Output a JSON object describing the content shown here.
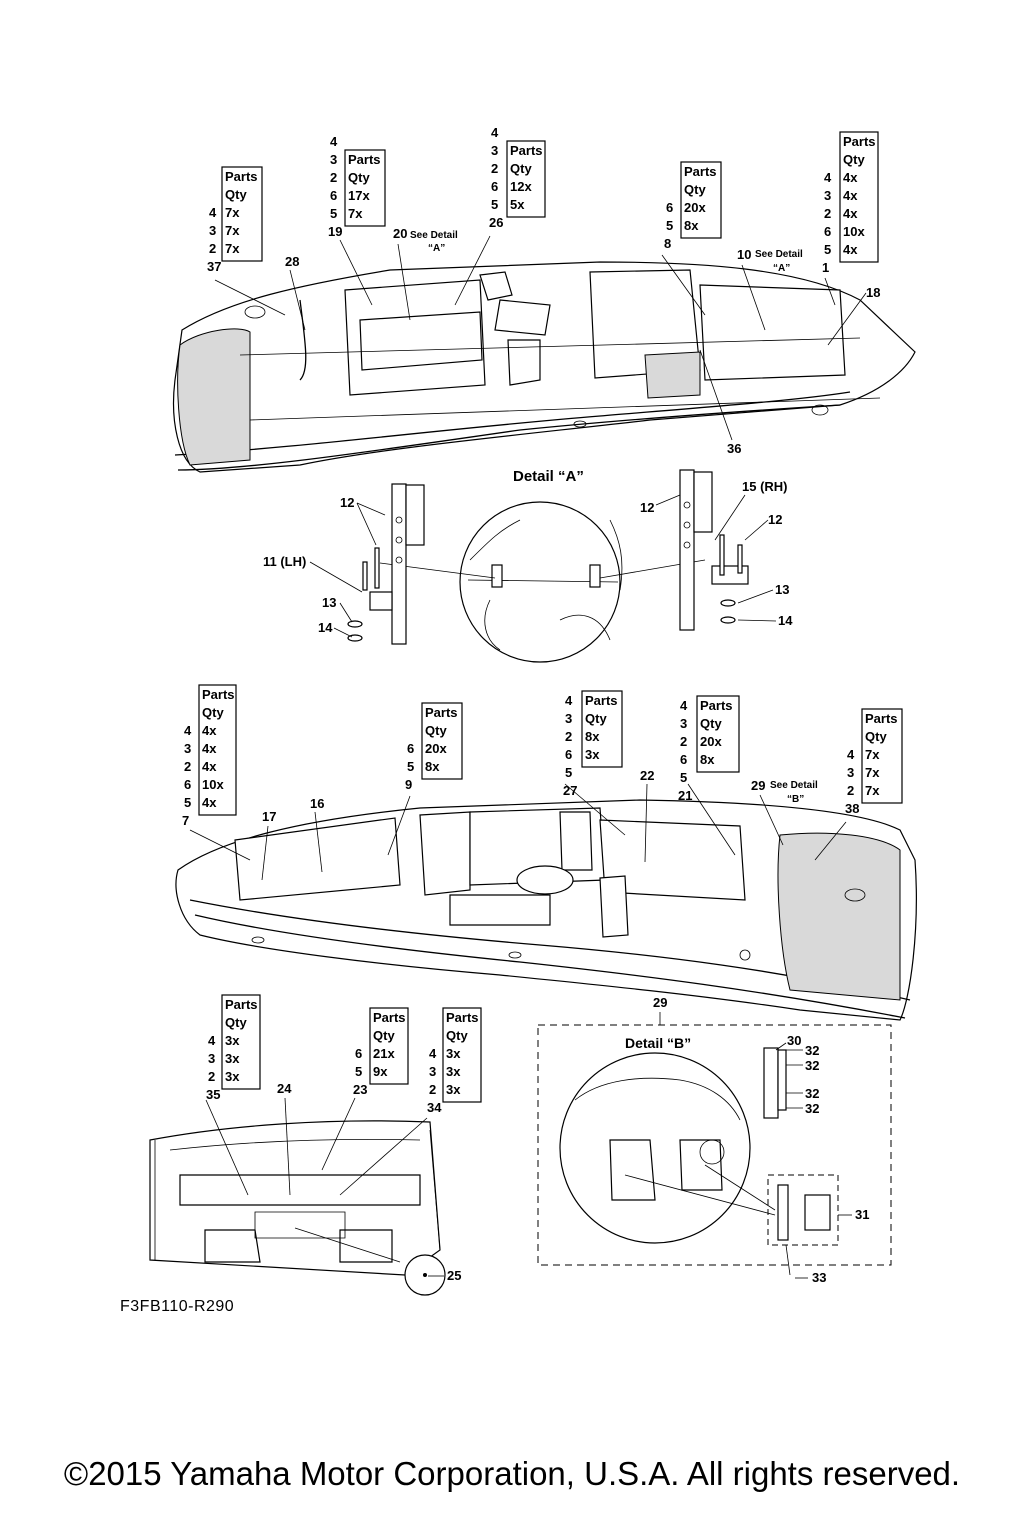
{
  "diagram_code": "F3FB110-R290",
  "copyright": "©2015 Yamaha Motor Corporation, U.S.A. All rights reserved.",
  "headers": {
    "parts": "Parts",
    "qty": "Qty"
  },
  "detail_a_title": "Detail “A”",
  "detail_b_title": "Detail “B”",
  "see_detail_a_1": "See Detail",
  "see_detail_a_2": "“A”",
  "see_detail_b_1": "See Detail",
  "see_detail_b_2": "“B”",
  "tables": [
    {
      "id": "t37",
      "rows": [
        [
          "4",
          "7x"
        ],
        [
          "3",
          "7x"
        ],
        [
          "2",
          "7x"
        ]
      ],
      "callout": "37"
    },
    {
      "id": "t19",
      "rows": [
        [
          "4",
          ""
        ],
        [
          "3",
          ""
        ],
        [
          "2",
          ""
        ],
        [
          "6",
          "17x"
        ],
        [
          "5",
          "7x"
        ]
      ],
      "callout": "19"
    },
    {
      "id": "t26",
      "rows": [
        [
          "4",
          ""
        ],
        [
          "3",
          ""
        ],
        [
          "2",
          ""
        ],
        [
          "6",
          "12x"
        ],
        [
          "5",
          "5x"
        ]
      ],
      "callout": "26"
    },
    {
      "id": "t8",
      "rows": [
        [
          "6",
          "20x"
        ],
        [
          "5",
          "8x"
        ]
      ],
      "callout": "8"
    },
    {
      "id": "t1",
      "rows": [
        [
          "4",
          "4x"
        ],
        [
          "3",
          "4x"
        ],
        [
          "2",
          "4x"
        ],
        [
          "6",
          "10x"
        ],
        [
          "5",
          "4x"
        ]
      ],
      "callout": "1"
    },
    {
      "id": "t7",
      "rows": [
        [
          "4",
          "4x"
        ],
        [
          "3",
          "4x"
        ],
        [
          "2",
          "4x"
        ],
        [
          "6",
          "10x"
        ],
        [
          "5",
          "4x"
        ]
      ],
      "callout": "7"
    },
    {
      "id": "t9",
      "rows": [
        [
          "6",
          "20x"
        ],
        [
          "5",
          "8x"
        ]
      ],
      "callout": "9"
    },
    {
      "id": "t27",
      "rows": [
        [
          "4",
          ""
        ],
        [
          "3",
          ""
        ],
        [
          "2",
          "8x"
        ],
        [
          "6",
          "3x"
        ],
        [
          "5",
          ""
        ]
      ],
      "callout": "27"
    },
    {
      "id": "t21",
      "rows": [
        [
          "4",
          ""
        ],
        [
          "3",
          ""
        ],
        [
          "2",
          "20x"
        ],
        [
          "6",
          "8x"
        ],
        [
          "5",
          ""
        ]
      ],
      "callout": "21"
    },
    {
      "id": "t38",
      "rows": [
        [
          "4",
          "7x"
        ],
        [
          "3",
          "7x"
        ],
        [
          "2",
          "7x"
        ]
      ],
      "callout": "38"
    },
    {
      "id": "t35",
      "rows": [
        [
          "4",
          "3x"
        ],
        [
          "3",
          "3x"
        ],
        [
          "2",
          "3x"
        ]
      ],
      "callout": "35"
    },
    {
      "id": "t23",
      "rows": [
        [
          "6",
          "21x"
        ],
        [
          "5",
          "9x"
        ]
      ],
      "callout": "23"
    },
    {
      "id": "t34",
      "rows": [
        [
          "4",
          "3x"
        ],
        [
          "3",
          "3x"
        ],
        [
          "2",
          "3x"
        ]
      ],
      "callout": "34"
    }
  ],
  "callouts": [
    "28",
    "20",
    "10",
    "18",
    "36",
    "12",
    "11 (LH)",
    "13",
    "14",
    "15 (RH)",
    "17",
    "16",
    "22",
    "29",
    "24",
    "25",
    "30",
    "31",
    "32",
    "33"
  ]
}
